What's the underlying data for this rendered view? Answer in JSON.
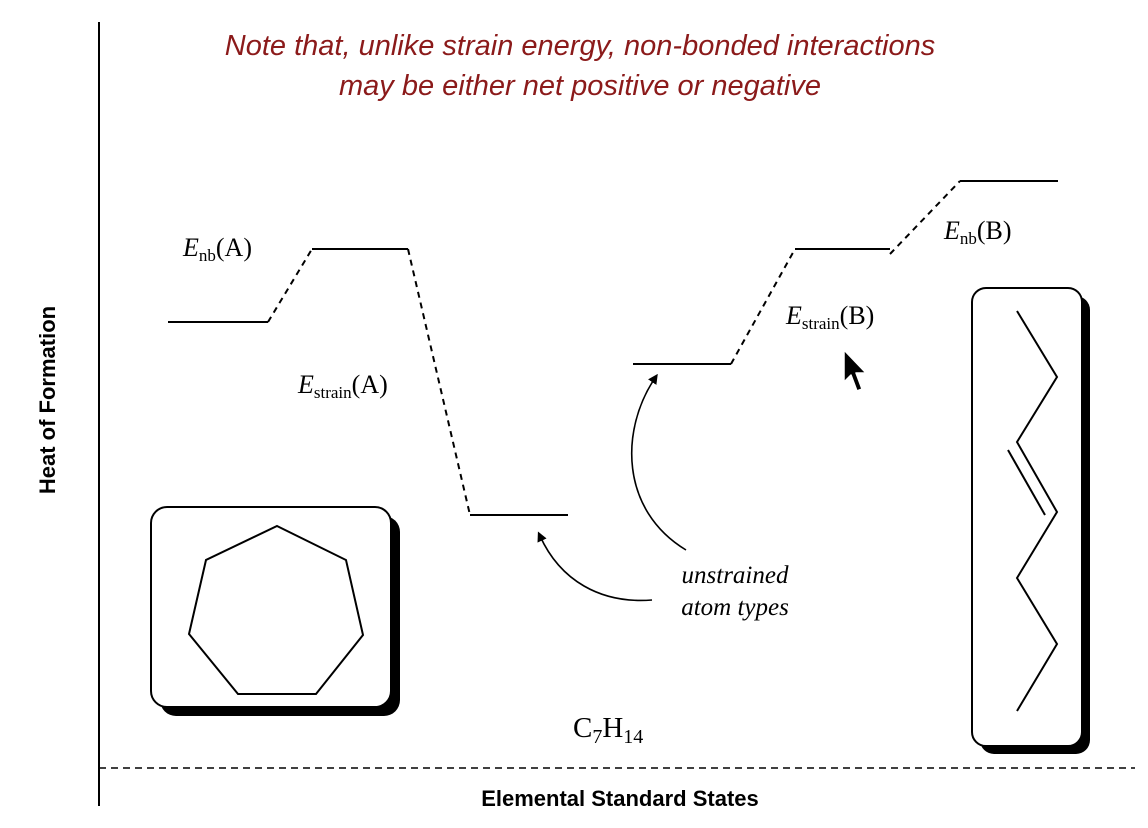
{
  "note": {
    "line1": "Note that, unlike strain energy, non-bonded interactions",
    "line2": "may be either net positive or negative"
  },
  "axes": {
    "y_label": "Heat of Formation",
    "x_label": "Elemental Standard States"
  },
  "labels": {
    "enb_a": {
      "symbol": "E",
      "subscript": "nb",
      "suffix": "(A)"
    },
    "estrain_a": {
      "symbol": "E",
      "subscript": "strain",
      "suffix": "(A)"
    },
    "estrain_b": {
      "symbol": "E",
      "subscript": "strain",
      "suffix": "(B)"
    },
    "enb_b": {
      "symbol": "E",
      "subscript": "nb",
      "suffix": "(B)"
    },
    "unstrained_line1": "unstrained",
    "unstrained_line2": "atom types"
  },
  "formula": {
    "c": "C",
    "c_count": "7",
    "h": "H",
    "h_count": "14"
  },
  "structures": {
    "left": "cycloheptane-ring",
    "right": "heptene-zigzag-chain"
  },
  "colors": {
    "note_text": "#8b1a1a",
    "line": "#000000"
  },
  "icons": {
    "cursor": "mouse-pointer-icon"
  }
}
